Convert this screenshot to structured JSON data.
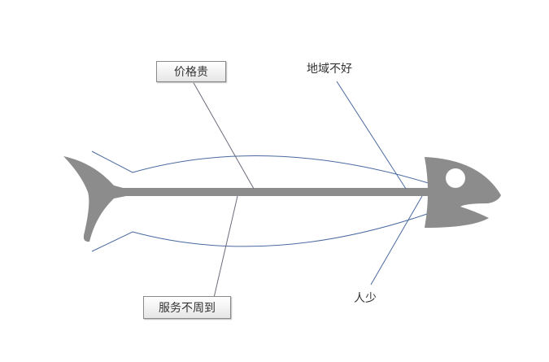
{
  "diagram": {
    "type": "fishbone",
    "causes": [
      {
        "label": "价格贵",
        "boxed": true,
        "side": "top"
      },
      {
        "label": "地域不好",
        "boxed": false,
        "side": "top"
      },
      {
        "label": "服务不周到",
        "boxed": true,
        "side": "bottom"
      },
      {
        "label": "人少",
        "boxed": false,
        "side": "bottom"
      }
    ],
    "colors": {
      "fish": "#8c8c8c",
      "line": "#4a6aa0",
      "cause_line": "#6b6b7b"
    }
  }
}
